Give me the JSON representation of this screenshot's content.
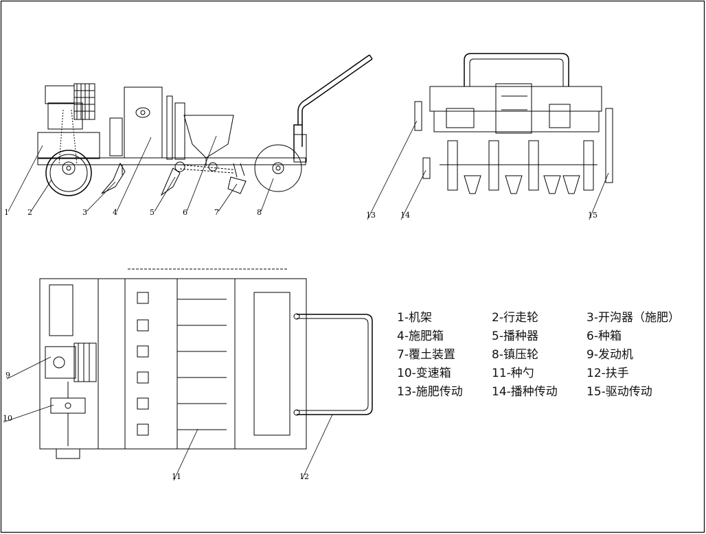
{
  "side_view_labels": [
    "1",
    "2",
    "3",
    "4",
    "5",
    "6",
    "7",
    "8"
  ],
  "rear_view_labels": [
    "13",
    "14",
    "15"
  ],
  "top_view_labels": [
    "9",
    "10",
    "11",
    "12"
  ],
  "legend": [
    "1-机架",
    "2-行走轮",
    "3-开沟器（施肥）",
    "4-施肥箱",
    "5-播种器",
    "6-种箱",
    "7-覆土装置",
    "8-镇压轮",
    "9-发动机",
    "10-变速箱",
    "11-种勺",
    "12-扶手",
    "13-施肥传动",
    "14-播种传动",
    "15-驱动传动"
  ],
  "colors": {
    "line": "#000000",
    "background": "#ffffff"
  }
}
